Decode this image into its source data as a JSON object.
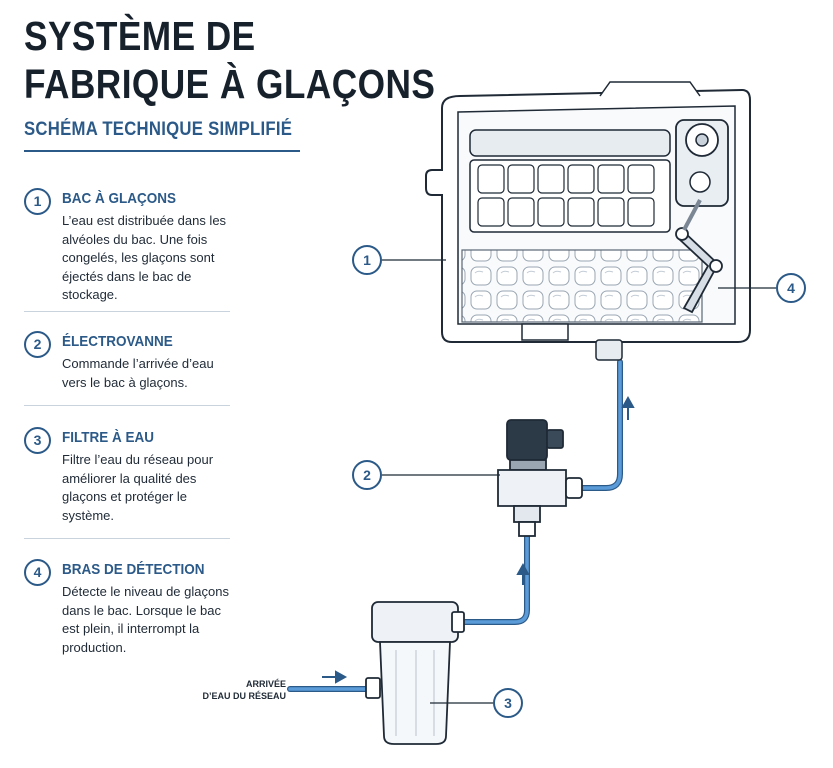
{
  "header": {
    "title_line1": "SYSTÈME DE",
    "title_line2": "FABRIQUE À GLAÇONS",
    "subtitle": "SCHÉMA TECHNIQUE SIMPLIFIÉ"
  },
  "legend": [
    {
      "number": "1",
      "title": "BAC À GLAÇONS",
      "description": "L’eau est distribuée dans les alvéoles du bac. Une fois congelés, les glaçons sont éjectés dans le bac de stockage."
    },
    {
      "number": "2",
      "title": "ÉLECTROVANNE",
      "description": "Commande l’arrivée d’eau vers le bac à glaçons."
    },
    {
      "number": "3",
      "title": "FILTRE À EAU",
      "description": "Filtre l’eau du réseau pour améliorer la qualité des glaçons et protéger le système."
    },
    {
      "number": "4",
      "title": "BRAS DE DÉTECTION",
      "description": "Détecte le niveau de glaçons dans le bac. Lorsque le bac est plein, il interrompt la production."
    }
  ],
  "diagram": {
    "callouts": [
      "1",
      "2",
      "3",
      "4"
    ],
    "inlet_label_line1": "ARRIVÉE",
    "inlet_label_line2": "D’EAU DU RÉSEAU"
  },
  "colors": {
    "accent": "#2c5a88",
    "pipe": "#4f8fcf",
    "ink": "#1f2a36"
  }
}
